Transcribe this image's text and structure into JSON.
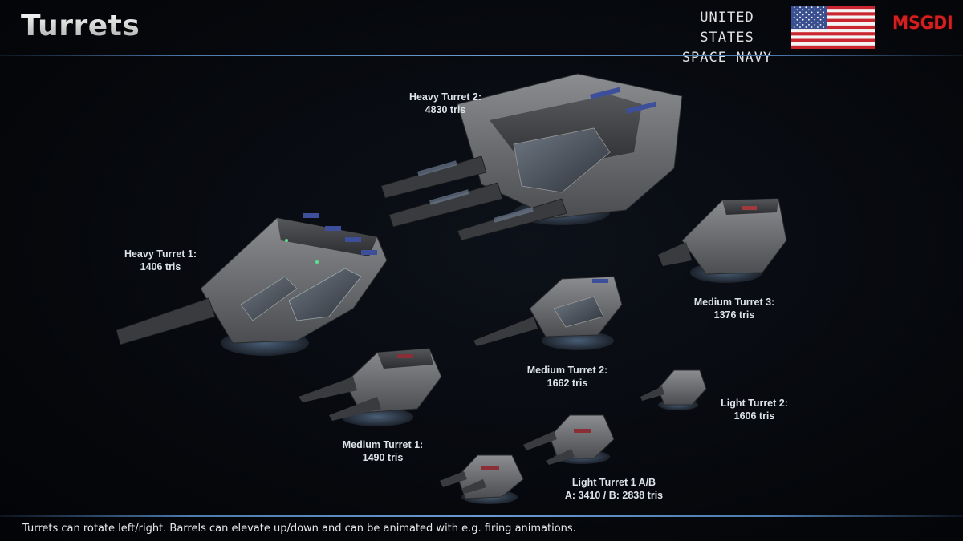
{
  "header": {
    "title": "Turrets",
    "faction_line1": "UNITED STATES",
    "faction_line2": "SPACE NAVY",
    "logo_text": "MSGDI"
  },
  "colors": {
    "accent_rule": "#4d7bb0",
    "logo_red": "#d21f1f",
    "label_text": "#dde3ea",
    "hull_gray": "#6c6e72",
    "panel_blue": "#3d4f9a"
  },
  "turrets": [
    {
      "id": "heavy-2",
      "name": "Heavy Turret 2:",
      "tris": "4830 tris"
    },
    {
      "id": "heavy-1",
      "name": "Heavy Turret 1:",
      "tris": "1406 tris"
    },
    {
      "id": "medium-3",
      "name": "Medium Turret 3:",
      "tris": "1376 tris"
    },
    {
      "id": "medium-2",
      "name": "Medium Turret 2:",
      "tris": "1662 tris"
    },
    {
      "id": "medium-1",
      "name": "Medium Turret 1:",
      "tris": "1490 tris"
    },
    {
      "id": "light-2",
      "name": "Light Turret 2:",
      "tris": "1606 tris"
    },
    {
      "id": "light-1",
      "name": "Light Turret 1 A/B",
      "tris": "A: 3410 / B: 2838 tris"
    }
  ],
  "footer": "Turrets can rotate left/right. Barrels can elevate up/down and can be animated with e.g. firing animations."
}
